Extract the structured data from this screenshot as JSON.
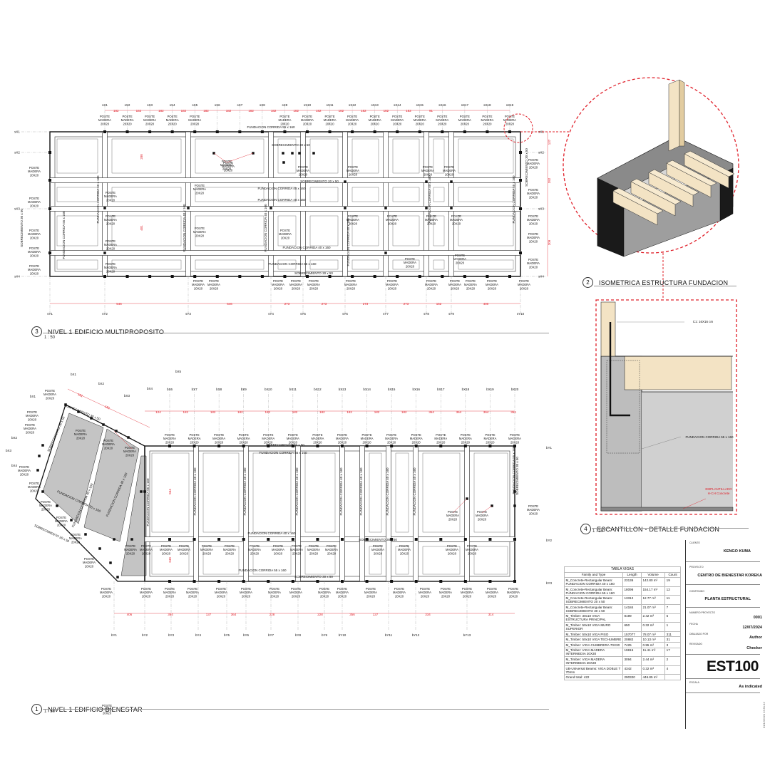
{
  "views": {
    "v3": {
      "number": "3",
      "title": "NIVEL 1 EDIFICIO MULTIPROPOSITO",
      "scale": "1 : 50"
    },
    "v2": {
      "number": "2",
      "title": "ISOMETRICA ESTRUCTURA FUNDACION"
    },
    "v4": {
      "number": "4",
      "title": "ESCANTILLON - DETALLE FUNDACION",
      "scale": "1 : 10"
    },
    "v1": {
      "number": "1",
      "title": "NIVEL 1 EDIFICIO BIENESTAR",
      "scale": "1 : 50"
    }
  },
  "plan3": {
    "grid_top": [
      "sX1",
      "sX2",
      "sX3",
      "sX4",
      "sX5",
      "sX6",
      "sX7",
      "sX8",
      "sX9",
      "sX10",
      "sX11",
      "sX12",
      "sX13",
      "sX14",
      "sX15",
      "sX16",
      "sX17",
      "sX18",
      "sX19"
    ],
    "grid_bottom": [
      "sY1",
      "sY2",
      "sY3",
      "sY4",
      "sY5",
      "sY6",
      "sY7",
      "sY8",
      "sY9",
      "sY10"
    ],
    "grid_side": [
      "sX1",
      "sX2",
      "sX3",
      "sX4"
    ],
    "dims_top": [
      "182",
      "182",
      "182",
      "182",
      "182",
      "182",
      "182",
      "182",
      "182",
      "182",
      "182",
      "182",
      "182",
      "182",
      "91"
    ],
    "dims_bottom": [
      "546",
      "546",
      "273",
      "273",
      "273",
      "273",
      "152",
      "400"
    ],
    "dims_right": [
      "137",
      "392",
      "209"
    ],
    "dims_left": [
      "280",
      "401"
    ],
    "post_label": [
      "POSTE",
      "MADERA",
      "20X20"
    ],
    "fundacion_55": "FUNDACION CORRIDA 55 x 160",
    "fundacion_40": "FUNDACION CORRIDA 40 x 160",
    "sobrecimiento_30": "SOBRECIMIENTO 30 x 50",
    "sobrecimiento_20": "SOBRECIMIENTO 20 x 50"
  },
  "plan1": {
    "grid_top": [
      "bX1",
      "bX2",
      "bX3",
      "bX4",
      "bX5",
      "bX6",
      "bX7",
      "bX8",
      "bX9",
      "bX10",
      "bX11",
      "bX12",
      "bX13",
      "bX14",
      "bX15",
      "bX16",
      "bX17",
      "bX18",
      "bX19",
      "bX20"
    ],
    "grid_bottom": [
      "bY1",
      "bY2",
      "bY3",
      "bY4",
      "bY5",
      "bY6",
      "bY7",
      "bY8",
      "bY9",
      "bY10",
      "bY11",
      "bY12",
      "bY13"
    ],
    "dims_top": [
      "124",
      "182",
      "182",
      "182",
      "182",
      "182",
      "182",
      "182",
      "182",
      "182",
      "364",
      "364",
      "364",
      "364"
    ],
    "dims_bottom": [
      "406",
      "364",
      "137",
      "364",
      "228",
      "228",
      "356",
      "137",
      "334",
      "314"
    ],
    "dims_left": [
      "564",
      "240"
    ],
    "post_label": [
      "POSTE",
      "MADERA",
      "20X20"
    ],
    "fundacion_55": "FUNDACION CORRIDA 55 x 160",
    "fundacion_40": "FUNDACION CORRIDA 40 x 160",
    "sobrecimiento_30": "SOBRECIMIENTO 30 x 50",
    "sobrecimiento_20": "SOBRECIMIENTO 20 x 50"
  },
  "detail": {
    "rebar_note": "C1: 16X16 cm",
    "fundacion": "FUNDACION CORRIDA 55 x 160",
    "emplantillado": "EMPLANTILLADO",
    "hormigon": "H-CH Concrete"
  },
  "table": {
    "title": "TABLA VIGAS",
    "headers": [
      "Family and Type",
      "Length",
      "Volume",
      "Count"
    ],
    "rows": [
      [
        "M_Concrete-Rectangular Beam: FUNDACION CORRIDA 40 x 160",
        "23136",
        "142.80 m³",
        "19"
      ],
      [
        "M_Concrete-Rectangular Beam: FUNDACION CORRIDA 55 x 160",
        "18096",
        "154.17 m³",
        "12"
      ],
      [
        "M_Concrete-Rectangular Beam: SOBRECIMIENTO 20 x 50",
        "13312",
        "12.77 m³",
        "11"
      ],
      [
        "M_Concrete-Rectangular Beam: SOBRECIMIENTO 30 x 50",
        "14184",
        "21.07 m³",
        "7"
      ],
      [
        "M_Timber: 30x10 VIGA ESTRUCTURA PRINCIPAL",
        "8199",
        "2.42 m³",
        "5"
      ],
      [
        "M_Timber: 50x10 VIGA MURO SUPERIOR",
        "650",
        "0.32 m³",
        "1"
      ],
      [
        "M_Timber: 50x10 VIGA PISO",
        "157077",
        "78.07 m³",
        "311"
      ],
      [
        "M_Timber: 50x10 VIGA TECHUMBRE",
        "20882",
        "10.13 m³",
        "31"
      ],
      [
        "M_Timber: VIGA CUMBRERA 70X30",
        "7425",
        "0.95 m³",
        "3"
      ],
      [
        "M_Timber: VIGA MADERA INTERMEDIA 20X30",
        "19815",
        "11.41 m³",
        "17"
      ],
      [
        "M_Timber: VIGA MADERA INTERMEDIA 30X30",
        "3094",
        "2.44 m³",
        "2"
      ],
      [
        "UB-Universal Beams: VIGA DOBLE T 70mm",
        "4342",
        "0.32 m³",
        "4"
      ],
      [
        "Grand total: 422",
        "290320",
        "446.85 m³",
        ""
      ]
    ]
  },
  "titleblock": {
    "cliente_label": "CLIENTE",
    "cliente": "KENGO KUMA",
    "proyecto_label": "PROYECTO",
    "proyecto": "CENTRO DE BIENESTAR KOREKA",
    "contenido_label": "CONTENIDO",
    "contenido": "PLANTA ESTRUCTURAL",
    "numero_label": "NUMERO PROYECTO",
    "numero": "0001",
    "fecha_label": "FECHA",
    "fecha": "12/07/2024",
    "dibujado_label": "DIBUJADO POR",
    "dibujado": "Author",
    "revisado_label": "REVISADO",
    "revisado": "Checker",
    "lamina": "EST100",
    "escala_label": "ESCALA",
    "escala": "As indicated",
    "timestamp": "01/12/2024 23:51:42"
  },
  "colors": {
    "line": "#1a1a1a",
    "dim_red": "#e0202a",
    "bubble": "#e0202a",
    "wood": "#f3e3c4",
    "concrete": "#bdbdbd",
    "fill_grey": "#c4c4c4"
  }
}
